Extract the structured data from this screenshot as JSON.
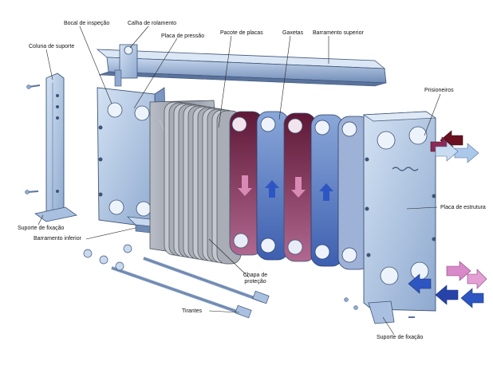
{
  "labels": {
    "bocal_inspecao": "Bocal de inspeção",
    "calha_rolamento": "Calha de rolamento",
    "placa_pressao": "Placa de pressão",
    "pacote_placas": "Pacote de placas",
    "gaxetas": "Gaxetas",
    "barramento_superior": "Barramento superior",
    "coluna_suporte": "Coluna de suporte",
    "prisioneiros": "Prisioneiros",
    "placa_estrutura": "Placa de estrutura",
    "suporte_fixacao_left": "Suporte de fixação",
    "barramento_inferior": "Barramento inferior",
    "chapa_protecao_1": "Chapa de",
    "chapa_protecao_2": "proteção",
    "tirantes": "Tirantes",
    "suporte_fixacao_right": "Suporte de fixação"
  },
  "colors": {
    "steel_light": "#b9cde6",
    "steel_mid": "#8eaad1",
    "steel_dark": "#5a739c",
    "hot_fluid": "#8c2a55",
    "cold_fluid": "#2d56c2",
    "arrow_pink": "#d88ac8",
    "arrow_light_blue": "#a9c8ea",
    "arrow_dark_red": "#6b1020",
    "leader": "#222222"
  }
}
